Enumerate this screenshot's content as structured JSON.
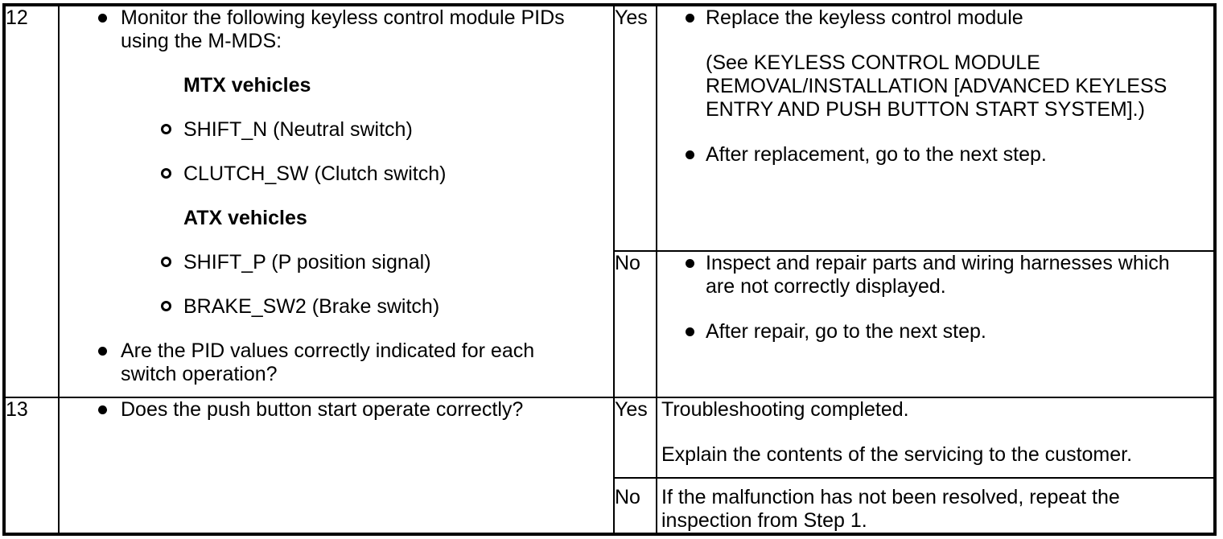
{
  "colors": {
    "ink": "#000000",
    "paper": "#ffffff"
  },
  "document": {
    "kind": "troubleshooting-flow-table",
    "rows": [
      {
        "step": "12",
        "inspection": [
          {
            "marker": "bullet",
            "text": "Monitor the following keyless control module PIDs using the M-MDS:"
          },
          {
            "marker": "heading",
            "text": "MTX vehicles"
          },
          {
            "marker": "circle",
            "text": "SHIFT_N (Neutral switch)"
          },
          {
            "marker": "circle",
            "text": "CLUTCH_SW (Clutch switch)"
          },
          {
            "marker": "heading",
            "text": "ATX vehicles"
          },
          {
            "marker": "circle",
            "text": "SHIFT_P (P position signal)"
          },
          {
            "marker": "circle",
            "text": "BRAKE_SW2 (Brake switch)"
          },
          {
            "marker": "bullet",
            "text": "Are the PID values correctly indicated for each switch operation?"
          }
        ],
        "branches": [
          {
            "answer": "Yes",
            "actions": [
              {
                "marker": "bullet",
                "text": "Replace the keyless control module"
              },
              {
                "marker": "none-indented",
                "text": "(See KEYLESS CONTROL MODULE REMOVAL/INSTALLATION [ADVANCED KEYLESS ENTRY AND PUSH BUTTON START SYSTEM].)"
              },
              {
                "marker": "bullet",
                "text": "After replacement, go to the next step."
              }
            ]
          },
          {
            "answer": "No",
            "actions": [
              {
                "marker": "bullet",
                "text": "Inspect and repair parts and wiring harnesses which are not correctly displayed."
              },
              {
                "marker": "bullet",
                "text": "After repair, go to the next step."
              }
            ]
          }
        ]
      },
      {
        "step": "13",
        "inspection": [
          {
            "marker": "bullet",
            "text": "Does the push button start operate correctly?"
          }
        ],
        "branches": [
          {
            "answer": "Yes",
            "actions": [
              {
                "marker": "none",
                "text": "Troubleshooting completed."
              },
              {
                "marker": "none",
                "text": "Explain the contents of the servicing to the customer."
              }
            ]
          },
          {
            "answer": "No",
            "actions": [
              {
                "marker": "none",
                "text": "If the malfunction has not been resolved, repeat the inspection from Step 1."
              }
            ]
          }
        ]
      }
    ]
  }
}
